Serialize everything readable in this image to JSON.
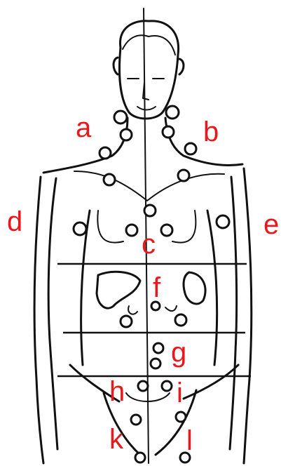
{
  "labels": {
    "a": "a",
    "b": "b",
    "c": "c",
    "d": "d",
    "e": "e",
    "f": "f",
    "g": "g",
    "h": "h",
    "i": "i",
    "k": "k",
    "l": "l"
  },
  "colors": {
    "label": "#e8191c",
    "line": "#111111",
    "background": "#ffffff"
  }
}
